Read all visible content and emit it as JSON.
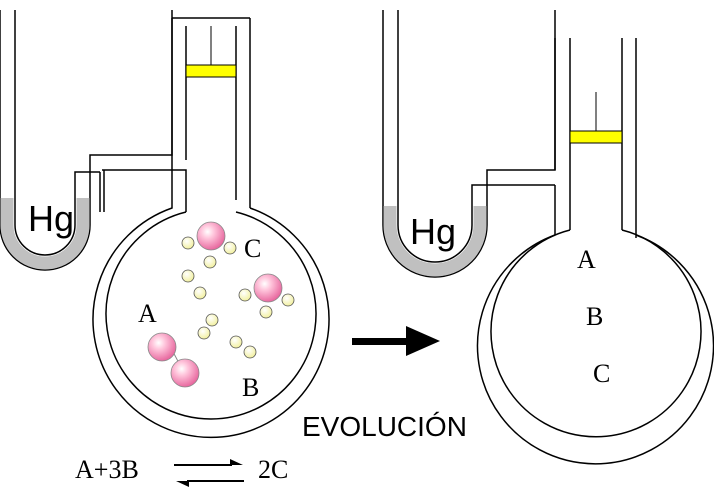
{
  "left_apparatus": {
    "mercury_label": "Hg",
    "label_a": "A",
    "label_b": "B",
    "label_c": "C"
  },
  "right_apparatus": {
    "mercury_label": "Hg",
    "label_a": "A",
    "label_b": "B",
    "label_c": "C"
  },
  "process_label": "EVOLUCIÓN",
  "reaction": {
    "reactants": "A+3B",
    "products": "2C",
    "arrow_icon": "equilibrium-arrows-icon"
  },
  "colors": {
    "piston": "#ffff00",
    "mercury": "#c0c0c0",
    "molecule_large": "#ffb3cc",
    "molecule_small": "#ffffbb"
  }
}
